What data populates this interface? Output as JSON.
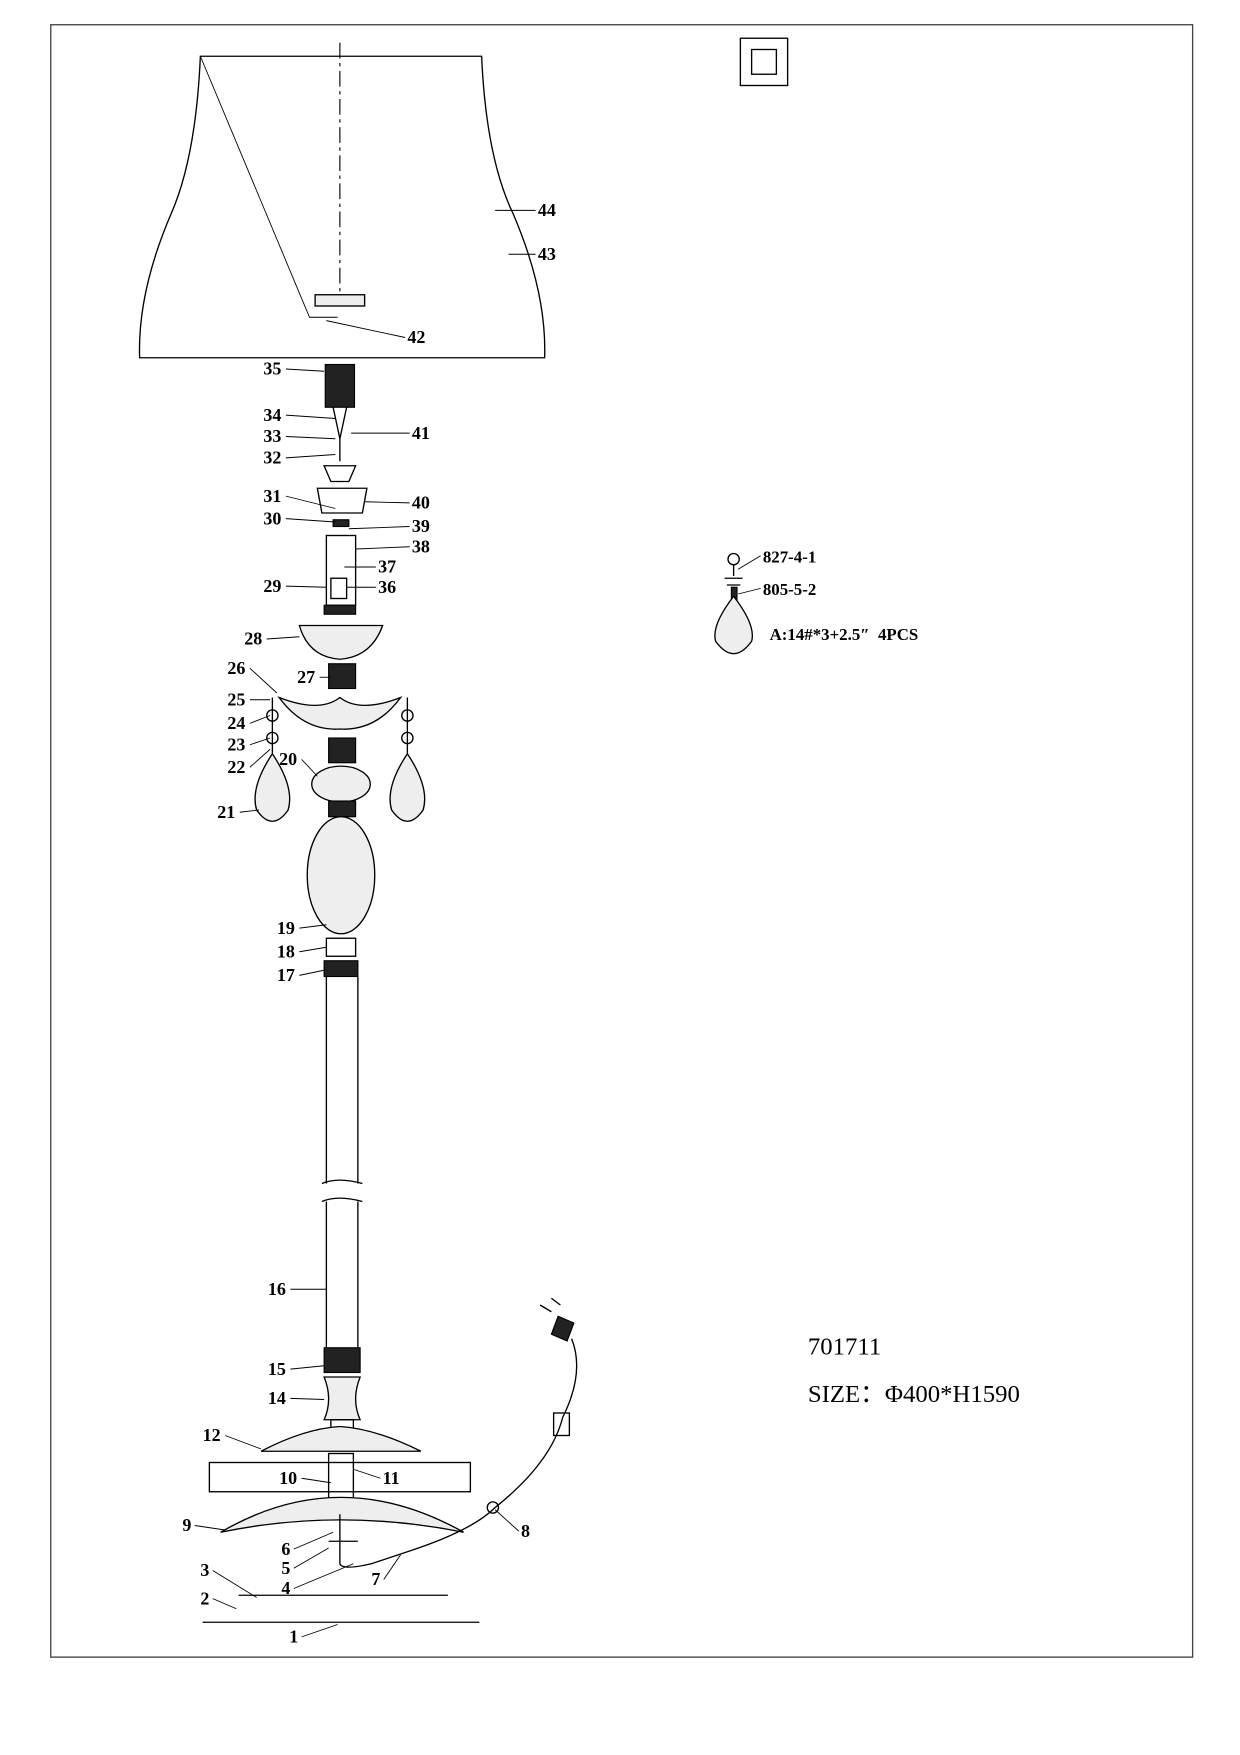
{
  "drawing": {
    "model_number": "701711",
    "size_text": "SIZE：Φ400*H1590",
    "part_labels": [
      "1",
      "2",
      "3",
      "4",
      "5",
      "6",
      "7",
      "8",
      "9",
      "10",
      "11",
      "12",
      "14",
      "15",
      "16",
      "17",
      "18",
      "19",
      "20",
      "21",
      "22",
      "23",
      "24",
      "25",
      "26",
      "27",
      "28",
      "29",
      "30",
      "31",
      "32",
      "33",
      "34",
      "35",
      "36",
      "37",
      "38",
      "39",
      "40",
      "41",
      "42",
      "43",
      "44"
    ],
    "crystal_detail": {
      "part_top": "827-4-1",
      "part_bottom": "805-5-2",
      "spec": "A:14#*3+2.5″  4PCS"
    },
    "symbols": {
      "double_insulation": "class-ii-square-icon"
    }
  }
}
